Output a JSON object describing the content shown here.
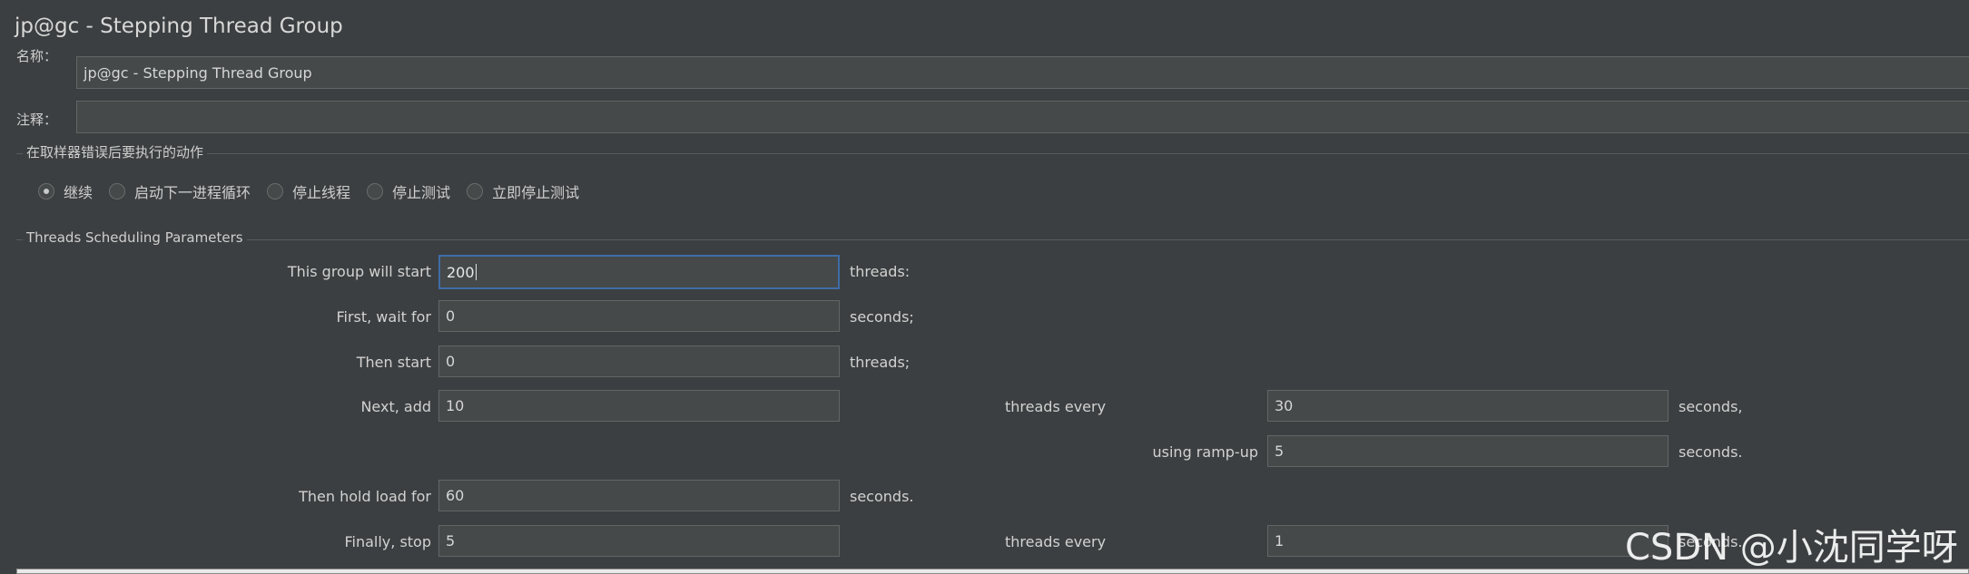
{
  "window": {
    "title": "jp@gc - Stepping Thread Group"
  },
  "form": {
    "name_label": "名称：",
    "name_value": "jp@gc - Stepping Thread Group",
    "comment_label": "注释：",
    "comment_value": ""
  },
  "sampler_error": {
    "legend": "在取样器错误后要执行的动作",
    "options": [
      {
        "label": "继续",
        "selected": true
      },
      {
        "label": "启动下一进程循环",
        "selected": false
      },
      {
        "label": "停止线程",
        "selected": false
      },
      {
        "label": "停止测试",
        "selected": false
      },
      {
        "label": "立即停止测试",
        "selected": false
      }
    ]
  },
  "scheduling": {
    "legend": "Threads Scheduling Parameters",
    "start_label": "This group will start",
    "start_value": "200",
    "start_unit": "threads:",
    "wait_label": "First, wait for",
    "wait_value": "0",
    "wait_unit": "seconds;",
    "then_start_label": "Then start",
    "then_start_value": "0",
    "then_start_unit": "threads;",
    "next_add_label": "Next, add",
    "next_add_value": "10",
    "next_add_every_label": "threads every",
    "next_add_every_value": "30",
    "next_add_every_unit": "seconds,",
    "rampup_label": "using ramp-up",
    "rampup_value": "5",
    "rampup_unit": "seconds.",
    "hold_label": "Then hold load for",
    "hold_value": "60",
    "hold_unit": "seconds.",
    "stop_label": "Finally, stop",
    "stop_value": "5",
    "stop_every_label": "threads every",
    "stop_every_value": "1",
    "stop_every_unit": "seconds."
  },
  "watermark": "CSDN @小沈同学呀"
}
